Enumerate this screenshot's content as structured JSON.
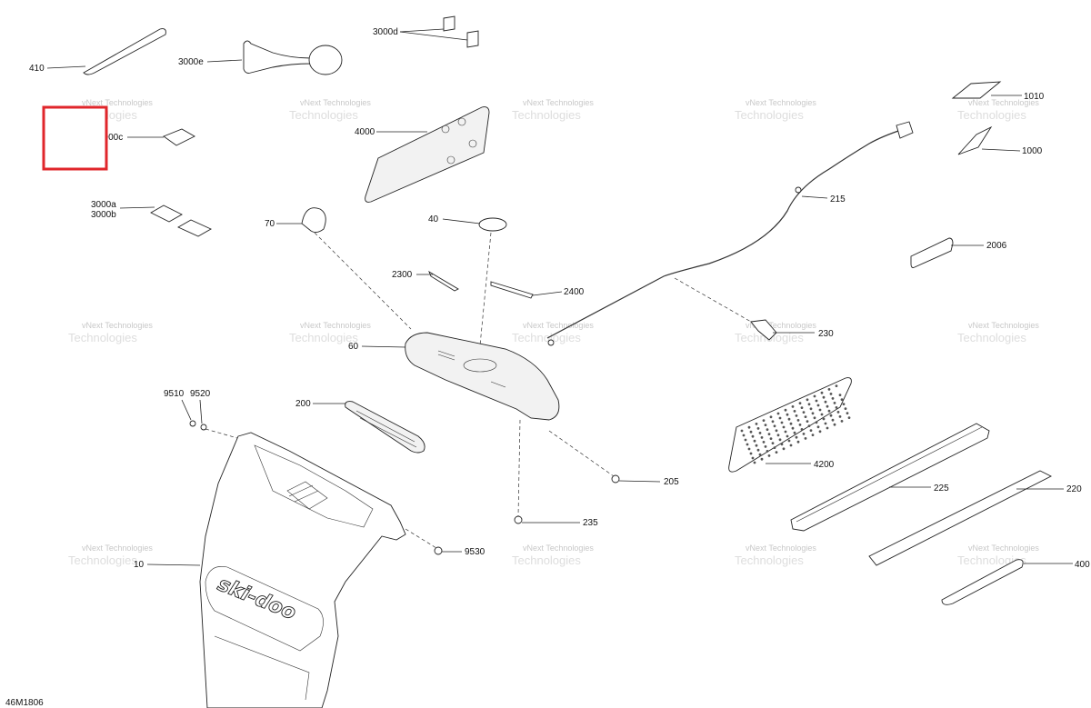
{
  "diagram_code": "46M1806",
  "watermark": {
    "line1": "vNext Technologies",
    "line2": "Technologies"
  },
  "highlight_color": "#e0262b",
  "labels": {
    "p410": "410",
    "p3000e": "3000e",
    "p3000d": "3000d",
    "p3000c": "3000c",
    "p3000a": "3000a",
    "p3000b": "3000b",
    "p4000": "4000",
    "p70": "70",
    "p40": "40",
    "p2300": "2300",
    "p2400": "2400",
    "p60": "60",
    "p215": "215",
    "p1010": "1010",
    "p1000": "1000",
    "p2006": "2006",
    "p230": "230",
    "p9510": "9510",
    "p9520": "9520",
    "p200": "200",
    "p205": "205",
    "p4200": "4200",
    "p225": "225",
    "p220": "220",
    "p235": "235",
    "p9530": "9530",
    "p10": "10",
    "p400": "400"
  },
  "logo_text": "ski-doo"
}
